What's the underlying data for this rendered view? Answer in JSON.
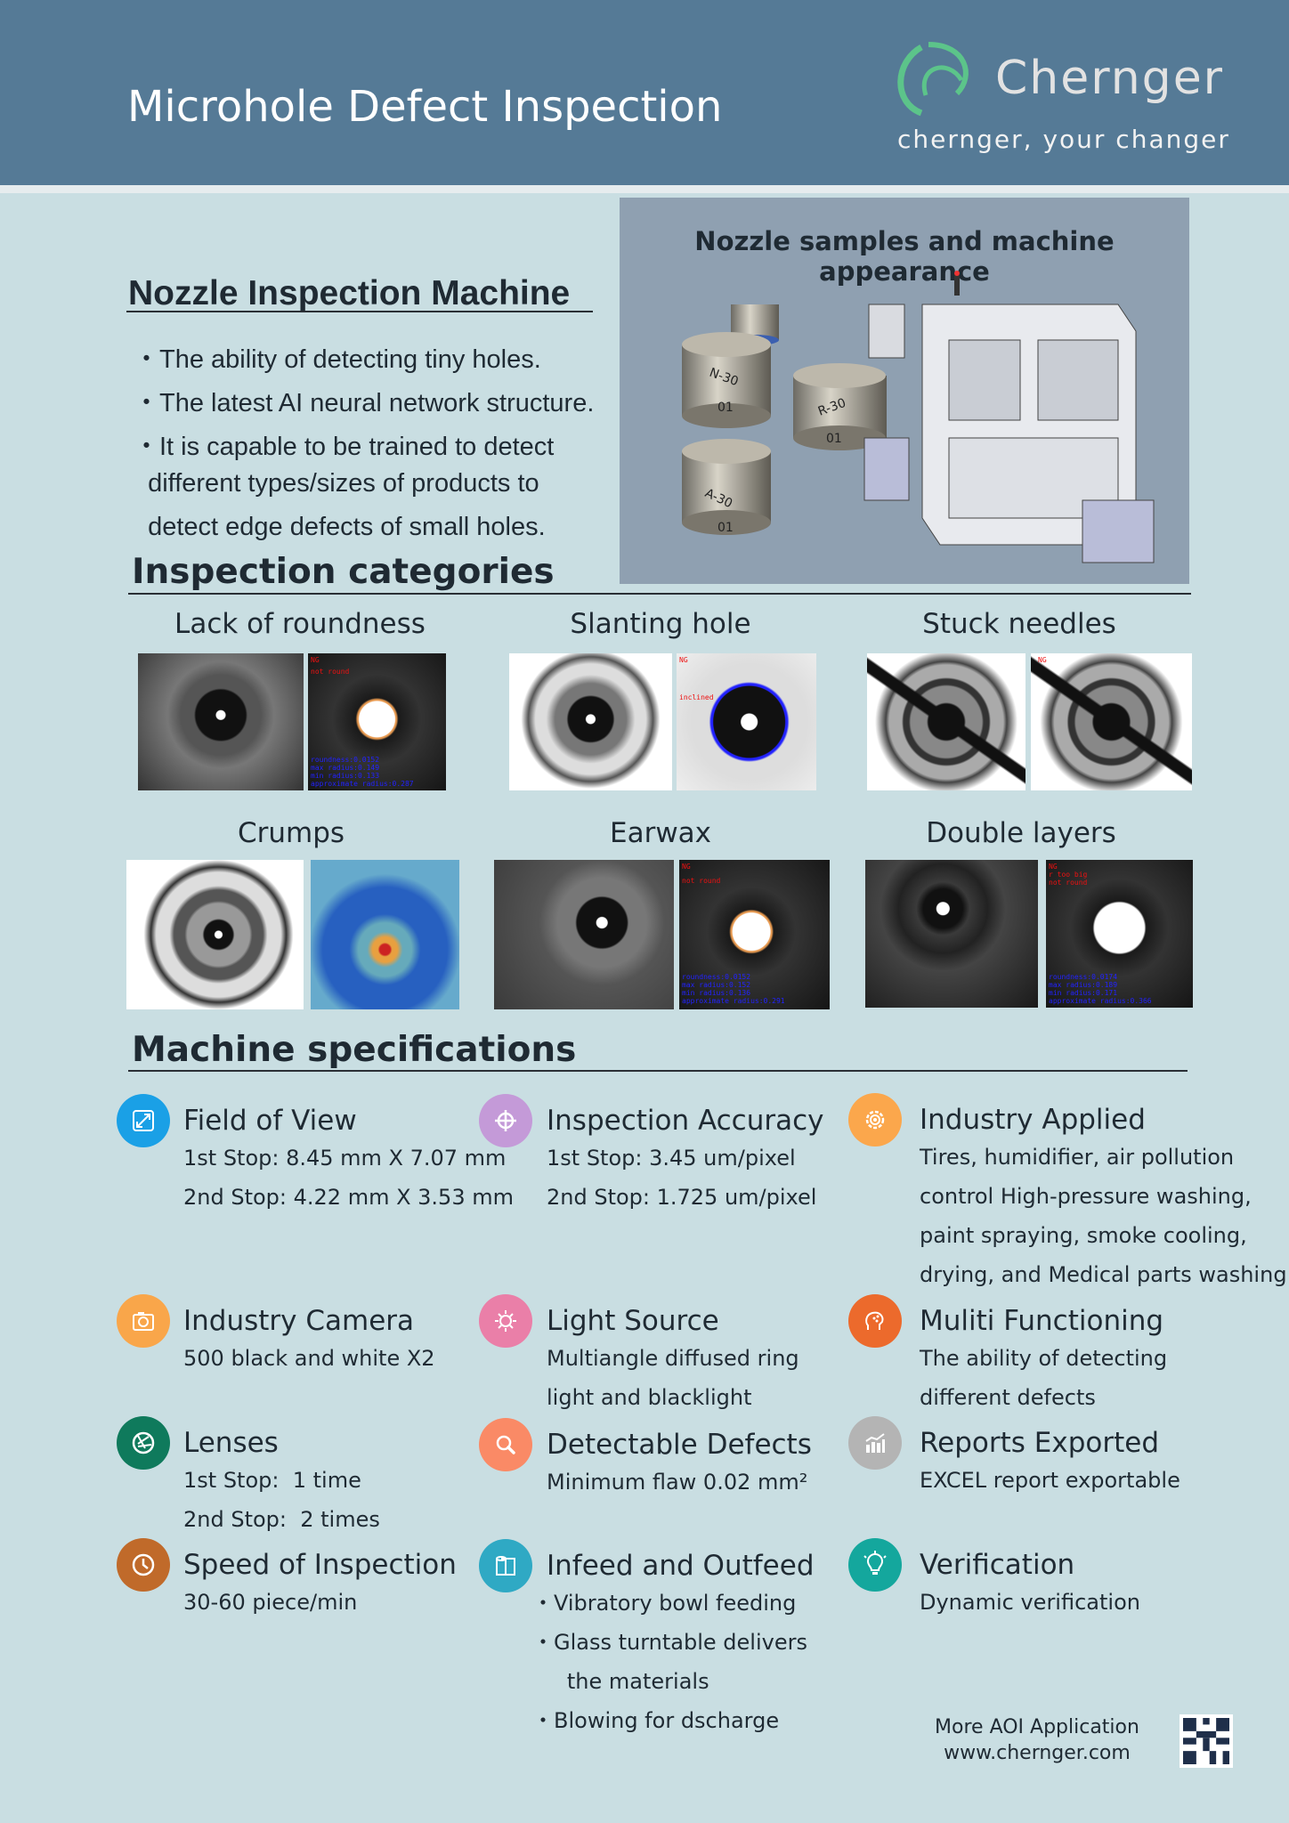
{
  "header": {
    "title": "Microhole Defect Inspection",
    "logo_text": "Chernger",
    "tagline": "chernger, your changer"
  },
  "machine": {
    "heading": "Nozzle Inspection Machine",
    "bullets": [
      "・The ability of detecting tiny holes.",
      "・The latest AI neural network structure.",
      "・It is capable to be trained to detect",
      "  different types/sizes of products to",
      "  detect edge defects of small holes."
    ]
  },
  "panel": {
    "title": "Nozzle samples and machine appearance",
    "nozzle_labels": [
      "N-30",
      "01",
      "R-30",
      "01",
      "A-30",
      "01"
    ]
  },
  "categories": {
    "heading": "Inspection categories",
    "items": [
      {
        "title": "Lack of roundness",
        "overlay_red": [
          "NG",
          "not round"
        ],
        "overlay_blue": [
          "roundness:0.0152",
          "max radius:0.149",
          "min radius:0.133",
          "approximate radius:0.287"
        ]
      },
      {
        "title": "Slanting hole",
        "overlay_red": [
          "NG",
          "inclined"
        ],
        "overlay_blue": []
      },
      {
        "title": "Stuck needles",
        "overlay_red": [
          "NG"
        ],
        "overlay_blue": []
      },
      {
        "title": "Crumps",
        "overlay_red": [],
        "overlay_blue": []
      },
      {
        "title": "Earwax",
        "overlay_red": [
          "NG",
          "not round"
        ],
        "overlay_blue": [
          "roundness:0.0152",
          "max radius:0.152",
          "min radius:0.136",
          "approximate radius:0.291"
        ]
      },
      {
        "title": "Double layers",
        "overlay_red": [
          "NG",
          "r too big",
          "not round"
        ],
        "overlay_blue": [
          "roundness:0.0174",
          "max radius:0.189",
          "min radius:0.171",
          "approximate radius:0.366"
        ]
      }
    ]
  },
  "specs": {
    "heading": "Machine specifications",
    "items": [
      {
        "title": "Field of View",
        "lines": [
          "1st Stop: 8.45 mm X 7.07 mm",
          "2nd Stop: 4.22 mm X 3.53 mm"
        ],
        "icon": "expand-icon",
        "color": "#1aa0e6"
      },
      {
        "title": "Industry Camera",
        "lines": [
          "500 black and white X2"
        ],
        "icon": "camera-icon",
        "color": "#f9a64a"
      },
      {
        "title": "Lenses",
        "lines": [
          "1st Stop:  1 time",
          "2nd Stop:  2 times"
        ],
        "icon": "aperture-icon",
        "color": "#0f7a5c"
      },
      {
        "title": "Speed of Inspection",
        "lines": [
          "30-60 piece/min"
        ],
        "icon": "clock-icon",
        "color": "#c06a2a"
      },
      {
        "title": "Inspection Accuracy",
        "lines": [
          "1st Stop: 3.45 um/pixel",
          "2nd Stop: 1.725 um/pixel"
        ],
        "icon": "crosshair-icon",
        "color": "#c49ad8"
      },
      {
        "title": "Light Source",
        "lines": [
          "Multiangle diffused ring",
          "light and blacklight"
        ],
        "icon": "sun-icon",
        "color": "#ea7fa8"
      },
      {
        "title": "Detectable Defects",
        "lines": [
          "Minimum flaw 0.02 mm²"
        ],
        "icon": "magnifier-icon",
        "color": "#fa8a66"
      },
      {
        "title": "Infeed and Outfeed",
        "lines": [
          "・Vibratory bowl feeding",
          "・Glass turntable delivers",
          "   the materials",
          "・Blowing for dscharge"
        ],
        "icon": "roll-icon",
        "color": "#2fa9c4"
      },
      {
        "title": "Industry Applied",
        "lines": [
          "Tires, humidifier, air pollution",
          "control High-pressure washing,",
          "paint spraying, smoke cooling,",
          "drying, and Medical parts washing."
        ],
        "icon": "gear-icon",
        "color": "#fba74c"
      },
      {
        "title": "Muliti Functioning",
        "lines": [
          "The ability of detecting",
          "different defects"
        ],
        "icon": "brain-icon",
        "color": "#ec6a2c"
      },
      {
        "title": "Reports Exported",
        "lines": [
          "EXCEL report exportable"
        ],
        "icon": "bar-chart-icon",
        "color": "#b4b4b4"
      },
      {
        "title": "Verification",
        "lines": [
          "Dynamic verification"
        ],
        "icon": "lightbulb-icon",
        "color": "#14a79d"
      }
    ]
  },
  "footer": {
    "line1": "More AOI Application",
    "line2": "www.chernger.com"
  }
}
